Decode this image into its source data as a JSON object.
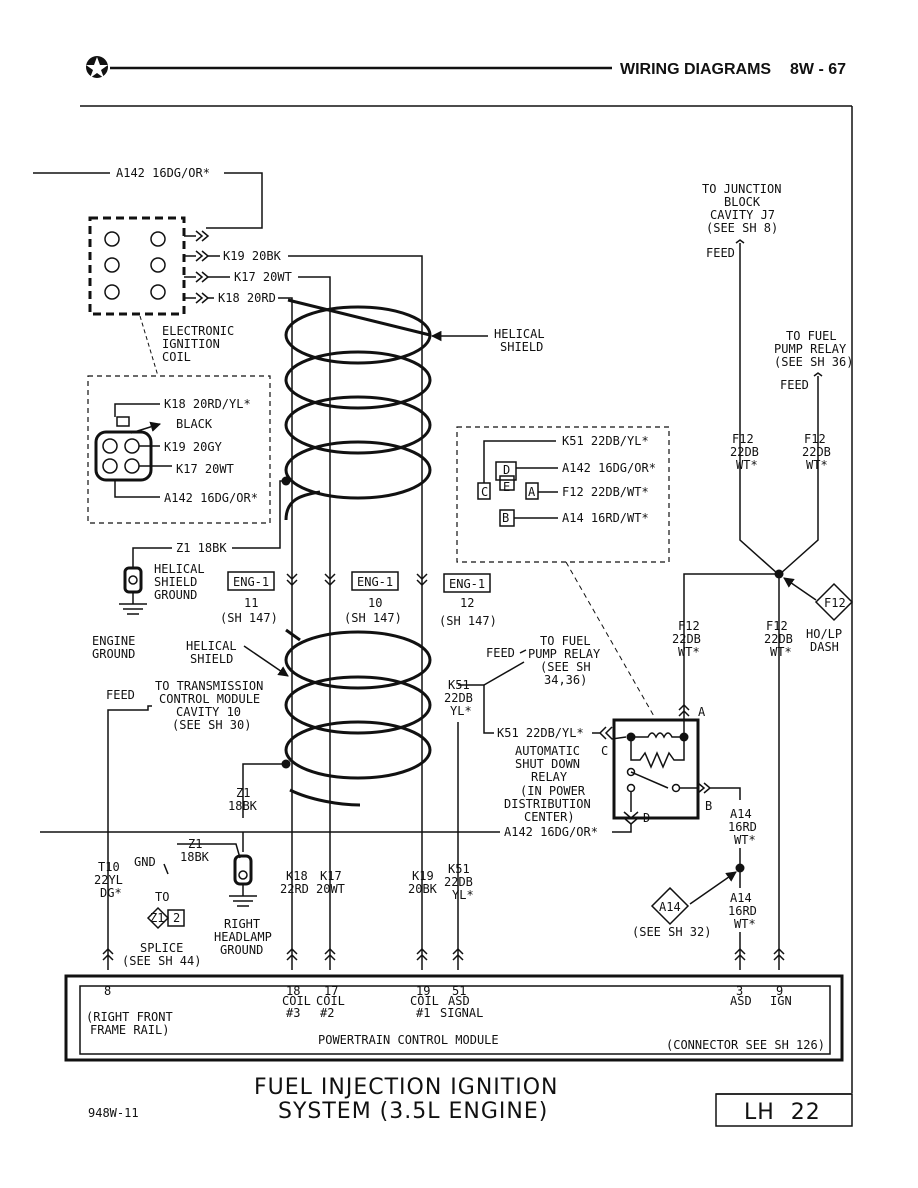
{
  "header": {
    "title": "WIRING DIAGRAMS",
    "page": "8W - 67",
    "brand_icon": "pentastar-icon"
  },
  "wires": {
    "a142_top": "A142 16DG/OR*",
    "k19": "K19 20BK",
    "k17": "K17 20WT",
    "k18": "K18 20RD",
    "z1_top": "Z1 18BK",
    "k51": "K51 22DB/YL*",
    "a142_bottom": "A142 16DG/OR*"
  },
  "coil": {
    "name": [
      "ELECTRONIC",
      "IGNITION",
      "COIL"
    ],
    "connector_pins": [
      "K18 20RD/YL*",
      "BLACK",
      "K19 20GY",
      "K17 20WT",
      "A142 16DG/OR*"
    ]
  },
  "shield": {
    "top_label": [
      "HELICAL",
      "SHIELD"
    ],
    "bottom_label": [
      "HELICAL",
      "SHIELD"
    ],
    "ground_label": [
      "HELICAL",
      "SHIELD",
      "GROUND"
    ],
    "engine_ground": [
      "ENGINE",
      "GROUND"
    ]
  },
  "eng_refs": [
    {
      "tag": "ENG-1",
      "num": "11",
      "sheet": "(SH 147)"
    },
    {
      "tag": "ENG-1",
      "num": "10",
      "sheet": "(SH 147)"
    },
    {
      "tag": "ENG-1",
      "num": "12",
      "sheet": "(SH 147)"
    }
  ],
  "relay_detail": {
    "pins": [
      "K51 22DB/YL*",
      "A142 16DG/OR*",
      "F12 22DB/WT*",
      "A14 16RD/WT*"
    ],
    "letters": [
      "C",
      "D",
      "E",
      "A",
      "B"
    ]
  },
  "junction_block": [
    "TO JUNCTION",
    "BLOCK",
    "CAVITY J7",
    "(SEE SH 8)"
  ],
  "feed": "FEED",
  "fuel_pump_relay_top": [
    "TO FUEL",
    "PUMP RELAY",
    "(SEE SH 36)"
  ],
  "fuel_pump_relay_mid": [
    "TO FUEL",
    "PUMP RELAY",
    "(SEE SH",
    "34,36)"
  ],
  "f12_top_left": [
    "F12",
    "22DB",
    "WT*"
  ],
  "f12_top_right": [
    "F12",
    "22DB",
    "WT*"
  ],
  "f12_mid_left": [
    "F12",
    "22DB",
    "WT*"
  ],
  "f12_mid_right": [
    "F12",
    "22DB",
    "WT*"
  ],
  "f12_badge": "F12",
  "ho_lp": [
    "HO/LP",
    "DASH"
  ],
  "k51_mid": [
    "K51",
    "22DB",
    "YL*"
  ],
  "asd_relay": [
    "AUTOMATIC",
    "SHUT DOWN",
    "RELAY",
    "(IN POWER",
    "DISTRIBUTION",
    "CENTER)"
  ],
  "relay_letters": {
    "a": "A",
    "b": "B",
    "c": "C",
    "d": "D"
  },
  "tcm": [
    "TO TRANSMISSION",
    "CONTROL MODULE",
    "CAVITY 10",
    "(SEE SH 30)"
  ],
  "z1_mid": [
    "Z1",
    "18BK"
  ],
  "z1_low": [
    "Z1",
    "18BK"
  ],
  "gnd": "GND",
  "t10": [
    "T10",
    "22YL",
    "DG*"
  ],
  "to_label": "TO",
  "splice_badge": [
    "Z1",
    "2"
  ],
  "splice": [
    "SPLICE",
    "(SEE SH 44)"
  ],
  "headlamp_ground": [
    "RIGHT",
    "HEADLAMP",
    "GROUND"
  ],
  "lower_wires": [
    {
      "line1": "K18",
      "line2": "22RD"
    },
    {
      "line1": "K17",
      "line2": "20WT"
    },
    {
      "line1": "K19",
      "line2": "20BK"
    },
    {
      "line1": "K51",
      "line2": "22DB",
      "line3": "YL*"
    }
  ],
  "a14_mid": [
    "A14",
    "16RD",
    "WT*"
  ],
  "a14_low": [
    "A14",
    "16RD",
    "WT*"
  ],
  "a14_badge": "A14",
  "see_sh_32": "(SEE SH 32)",
  "pcm": {
    "pins": [
      {
        "num": "8"
      },
      {
        "num": "18",
        "l1": "COIL",
        "l2": "#3"
      },
      {
        "num": "17",
        "l1": "COIL",
        "l2": "#2"
      },
      {
        "num": "19",
        "l1": "COIL",
        "l2": "#1"
      },
      {
        "num": "51",
        "l1": "ASD",
        "l2": "SIGNAL"
      },
      {
        "num": "3",
        "l1": "ASD"
      },
      {
        "num": "9",
        "l1": "IGN"
      }
    ],
    "frame_rail": [
      "(RIGHT FRONT",
      "FRAME RAIL)"
    ],
    "name": "POWERTRAIN CONTROL MODULE",
    "connector_note": "(CONNECTOR SEE SH 126)"
  },
  "footer": {
    "title_line1": "FUEL INJECTION IGNITION",
    "title_line2": "SYSTEM (3.5L ENGINE)",
    "code": "948W-11",
    "sheet": "LH  22"
  }
}
